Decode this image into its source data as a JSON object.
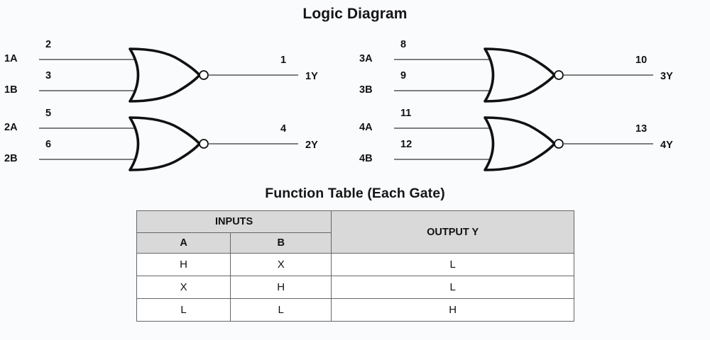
{
  "diagram": {
    "title": "Logic Diagram",
    "gates": [
      {
        "id": "gate-1",
        "input_a_label": "1A",
        "input_b_label": "1B",
        "input_a_pin": "2",
        "input_b_pin": "3",
        "output_label": "1Y",
        "output_pin": "1"
      },
      {
        "id": "gate-3",
        "input_a_label": "3A",
        "input_b_label": "3B",
        "input_a_pin": "8",
        "input_b_pin": "9",
        "output_label": "3Y",
        "output_pin": "10"
      },
      {
        "id": "gate-2",
        "input_a_label": "2A",
        "input_b_label": "2B",
        "input_a_pin": "5",
        "input_b_pin": "6",
        "output_label": "2Y",
        "output_pin": "4"
      },
      {
        "id": "gate-4",
        "input_a_label": "4A",
        "input_b_label": "4B",
        "input_a_pin": "11",
        "input_b_pin": "12",
        "output_label": "4Y",
        "output_pin": "13"
      }
    ]
  },
  "function_table": {
    "title": "Function Table (Each Gate)",
    "group_header_inputs": "INPUTS",
    "group_header_output": "OUTPUT Y",
    "columns": [
      "A",
      "B"
    ],
    "rows": [
      {
        "a": "H",
        "b": "X",
        "y": "L"
      },
      {
        "a": "X",
        "b": "H",
        "y": "L"
      },
      {
        "a": "L",
        "b": "L",
        "y": "H"
      }
    ]
  },
  "colors": {
    "background": "#fafbfd",
    "ink": "#111111",
    "wire": "#555555",
    "header_fill": "#d9d9d9",
    "table_border": "#666666"
  }
}
